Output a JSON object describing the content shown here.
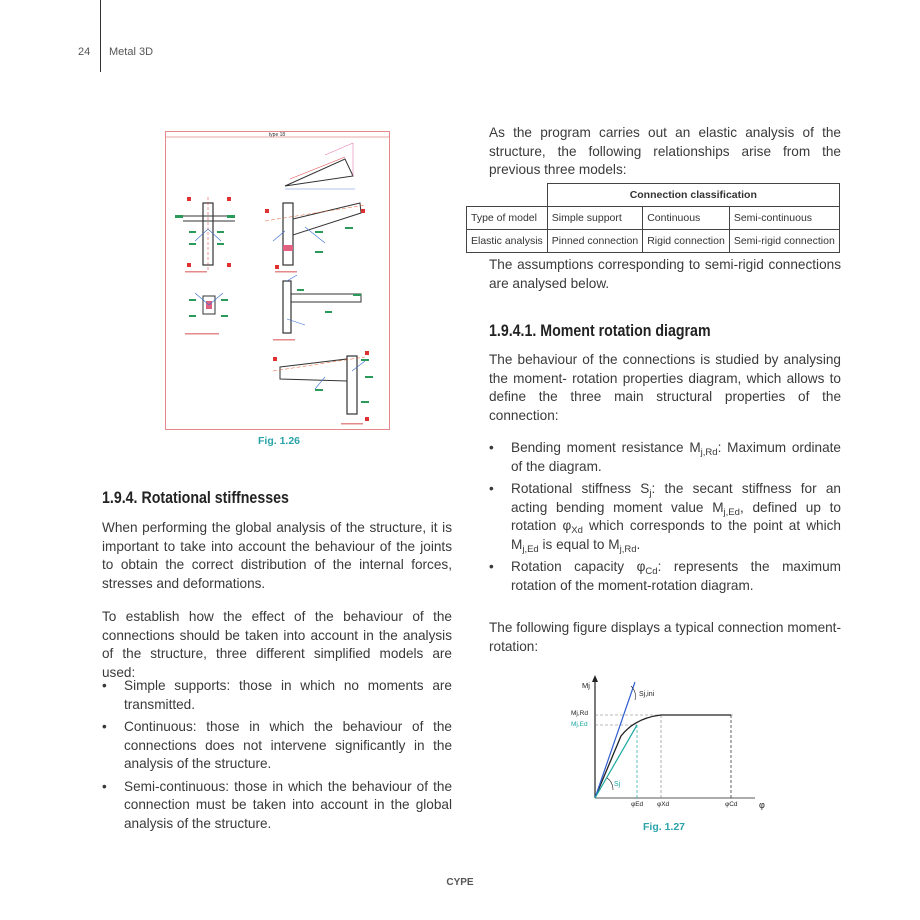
{
  "header": {
    "page_number": "24",
    "title": "Metal 3D"
  },
  "figure_126": {
    "caption": "Fig. 1.26",
    "drawing_title": "type 18",
    "colors": {
      "frame": "#e58a8a",
      "steel": "#333333",
      "dim": "#e03030",
      "anchor": "#2a9a5a",
      "leader": "#3a6fd0",
      "pink": "#e060a0"
    }
  },
  "right_col": {
    "intro": "As the program carries out an elastic analysis of the structure, the following relationships arise from the previous three models:",
    "table": {
      "header": "Connection classification",
      "rows": [
        [
          "Type of model",
          "Simple support",
          "Continuous",
          "Semi-continuous"
        ],
        [
          "Elastic analysis",
          "Pinned connection",
          "Rigid connection",
          "Semi-rigid connection"
        ]
      ]
    },
    "assumptions": "The assumptions corresponding to semi-rigid connections are analysed below.",
    "section_title": "1.9.4.1. Moment rotation diagram",
    "section_para": "The behaviour of the connections is studied by analysing the moment- rotation properties diagram, which allows to define the three main structural properties of the connection:",
    "bullets": {
      "b1_pre": "Bending moment resistance M",
      "b1_sub": "j,Rd",
      "b1_post": ": Maximum ordinate of the diagram.",
      "b2_pre": "Rotational stiffness S",
      "b2_sub1": "j",
      "b2_mid1": ": the secant stiffness for an acting bending moment value M",
      "b2_sub2": "j,Ed",
      "b2_mid2": ", defined up to rotation φ",
      "b2_sub3": "Xd",
      "b2_mid3": " which corresponds to the point at which M",
      "b2_sub4": "j,Ed",
      "b2_mid4": " is equal to M",
      "b2_sub5": "j,Rd",
      "b2_post": ".",
      "b3_pre": "Rotation capacity φ",
      "b3_sub": "Cd",
      "b3_post": ": represents the maximum rotation of the moment-rotation diagram."
    },
    "figure_para": "The following figure displays a typical connection moment-rotation:"
  },
  "figure_127": {
    "caption": "Fig. 1.27",
    "labels": {
      "mj": "Mj",
      "sjini": "Sj,ini",
      "mjrd": "Mj,Rd",
      "mjed": "Mj,Ed",
      "sj": "Sj",
      "phi_ed": "φEd",
      "phi_xd": "φXd",
      "phi_cd": "φCd",
      "phi": "φ"
    },
    "colors": {
      "curve": "#222222",
      "initial": "#2f5fd0",
      "secant": "#1aa7a0",
      "dash": "#777777"
    }
  },
  "left_col": {
    "section_title": "1.9.4. Rotational stiffnesses",
    "para1": "When performing the global analysis of the structure, it is important to take into account the behaviour of the joints to obtain the correct distribution of the internal forces, stresses and deformations.",
    "para2": "To establish how the effect of the behaviour of the connections should be taken into account in the analysis of the structure, three different simplified models are used:",
    "bullets": [
      "Simple supports: those in which no moments are transmitted.",
      "Continuous: those in which the behaviour of the connections does not intervene significantly in the analysis of the structure.",
      "Semi-continuous: those in which the behaviour of the connection must be taken into account in the global analysis of the structure."
    ]
  },
  "footer": {
    "brand": "CYPE"
  }
}
